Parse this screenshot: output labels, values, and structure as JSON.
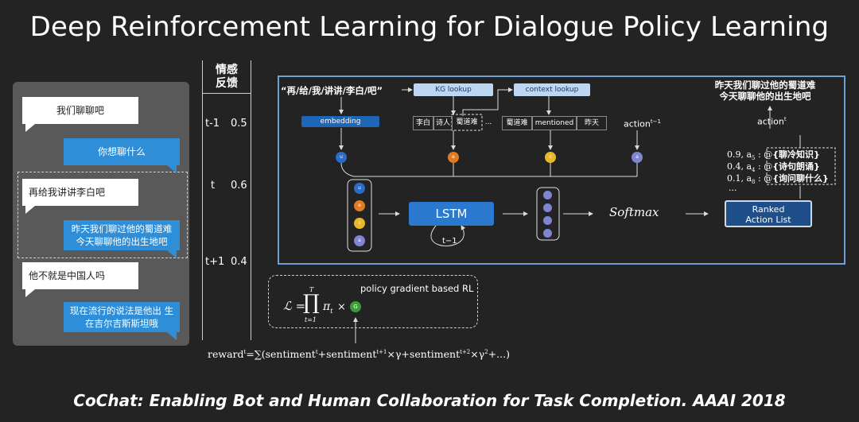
{
  "title": "Deep Reinforcement Learning for Dialogue Policy Learning",
  "footer": "CoChat: Enabling Bot and Human Collaboration for Task Completion. AAAI 2018",
  "chat": {
    "messages": [
      {
        "role": "user",
        "text": "我们聊聊吧"
      },
      {
        "role": "bot",
        "text": "你想聊什么"
      },
      {
        "role": "user",
        "text": "再给我讲讲李白吧"
      },
      {
        "role": "bot",
        "text": "昨天我们聊过他的蜀道难 今天聊聊他的出生地吧"
      },
      {
        "role": "user",
        "text": "他不就是中国人吗"
      },
      {
        "role": "bot",
        "text": "现在流行的说法是他出 生在吉尔吉斯斯坦哦"
      }
    ]
  },
  "feedback_table": {
    "header": "情感\n反馈",
    "rows": [
      {
        "t": "t-1",
        "value": "0.5"
      },
      {
        "t": "t",
        "value": "0.6"
      },
      {
        "t": "t+1",
        "value": "0.4"
      }
    ]
  },
  "model": {
    "input_utterance": "“再/给/我/讲讲/李白/吧”",
    "embedding_label": "embedding",
    "kg_lookup_label": "KG lookup",
    "context_lookup_label": "context lookup",
    "kg_tokens": [
      "李白",
      "诗人",
      "蜀道难",
      "..."
    ],
    "context_tokens": [
      "蜀道难",
      "mentioned",
      "昨天"
    ],
    "action_prev_label": "action",
    "action_prev_sup": "t−1",
    "vec_labels": [
      "u",
      "e",
      "c",
      "a"
    ],
    "lstm_label": "LSTM",
    "loop_label": "t−1",
    "softmax_label": "Softmax",
    "ranked_label": "Ranked\nAction List",
    "output_text": "昨天我们聊过他的蜀道难\n今天聊聊他的出生地吧",
    "action_label": "action",
    "action_sup": "t",
    "scores": [
      {
        "prefix": "0.9, a",
        "sub": "5",
        "sep": " : @",
        "name": "{聊冷知识}"
      },
      {
        "prefix": "0.4, a",
        "sub": "4",
        "sep": " : @",
        "name": "{诗句朗诵}"
      },
      {
        "prefix": "0.1, a",
        "sub": "8",
        "sep": " : @",
        "name": "{询问聊什么}"
      }
    ],
    "scores_more": "..."
  },
  "formula": {
    "label": "policy gradient based RL",
    "lhs": "ℒ =",
    "prod_upper": "T",
    "prod_lower": "t=1",
    "prod_symbol": "∏",
    "pi": "π",
    "pi_sub": "t",
    "times": "×",
    "g_label": "G",
    "reward": "reward",
    "reward_sup": "t",
    "reward_expr_1": "=∑(sentiment",
    "reward_expr_sup1": "t",
    "reward_expr_2": "+sentiment",
    "reward_expr_sup2": "t+1",
    "reward_expr_3": "×γ+sentiment",
    "reward_expr_sup3": "t+2",
    "reward_expr_4": "×γ",
    "reward_expr_sup4": "2",
    "reward_expr_5": "+...)"
  },
  "colors": {
    "background": "#232323",
    "panel": "#595959",
    "bot_bubble": "#2e8fd8",
    "model_border": "#6f9fd6",
    "lstm": "#2b78cf",
    "input_green": "#3fa54a"
  }
}
